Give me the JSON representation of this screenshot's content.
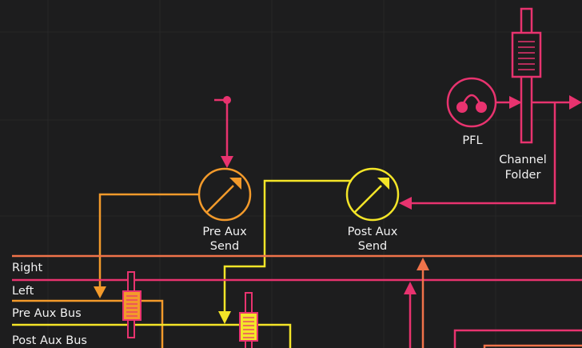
{
  "colors": {
    "background": "#1d1d1e",
    "pink": "#e8336f",
    "orange": "#f39a2b",
    "yellow": "#f4e528",
    "coral": "#f0734a",
    "text": "#f2f2f2"
  },
  "nodes": {
    "pre_aux_send": {
      "line1": "Pre Aux",
      "line2": "Send"
    },
    "post_aux_send": {
      "line1": "Post Aux",
      "line2": "Send"
    },
    "pfl": {
      "label": "PFL"
    },
    "channel_folder": {
      "line1": "Channel",
      "line2": "Folder"
    }
  },
  "buses": {
    "right": "Right",
    "left": "Left",
    "pre_aux": "Pre Aux Bus",
    "post_aux": "Post Aux Bus"
  }
}
